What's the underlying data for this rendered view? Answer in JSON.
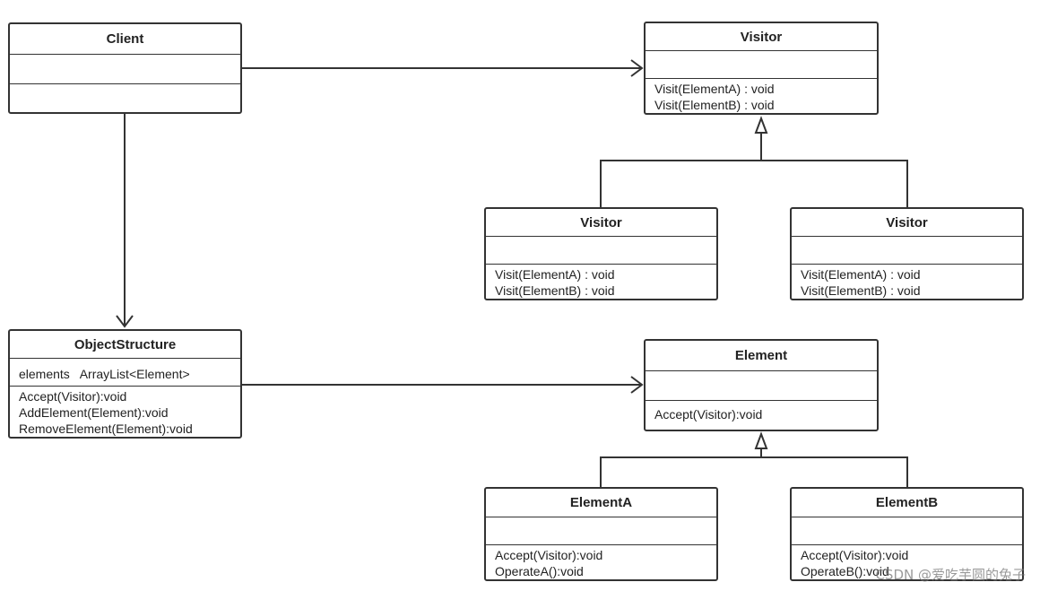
{
  "classes": {
    "client": {
      "name": "Client",
      "attributes": "",
      "operations": []
    },
    "visitor": {
      "name": "Visitor",
      "attributes": "",
      "operations": [
        "Visit(ElementA) : void",
        "Visit(ElementB) : void"
      ]
    },
    "visitor_a": {
      "name": "Visitor",
      "attributes": "",
      "operations": [
        "Visit(ElementA) : void",
        "Visit(ElementB) : void"
      ]
    },
    "visitor_b": {
      "name": "Visitor",
      "attributes": "",
      "operations": [
        "Visit(ElementA) : void",
        "Visit(ElementB) : void"
      ]
    },
    "object_structure": {
      "name": "ObjectStructure",
      "attributes": "elements   ArrayList<Element>",
      "operations": [
        "Accept(Visitor):void",
        "AddElement(Element):void",
        "RemoveElement(Element):void"
      ]
    },
    "element": {
      "name": "Element",
      "attributes": "",
      "operations": [
        "Accept(Visitor):void"
      ]
    },
    "element_a": {
      "name": "ElementA",
      "attributes": "",
      "operations": [
        "Accept(Visitor):void",
        "OperateA():void"
      ]
    },
    "element_b": {
      "name": "ElementB",
      "attributes": "",
      "operations": [
        "Accept(Visitor):void",
        "OperateB():void"
      ]
    }
  },
  "watermark": "CSDN @爱吃芋圆的兔子"
}
